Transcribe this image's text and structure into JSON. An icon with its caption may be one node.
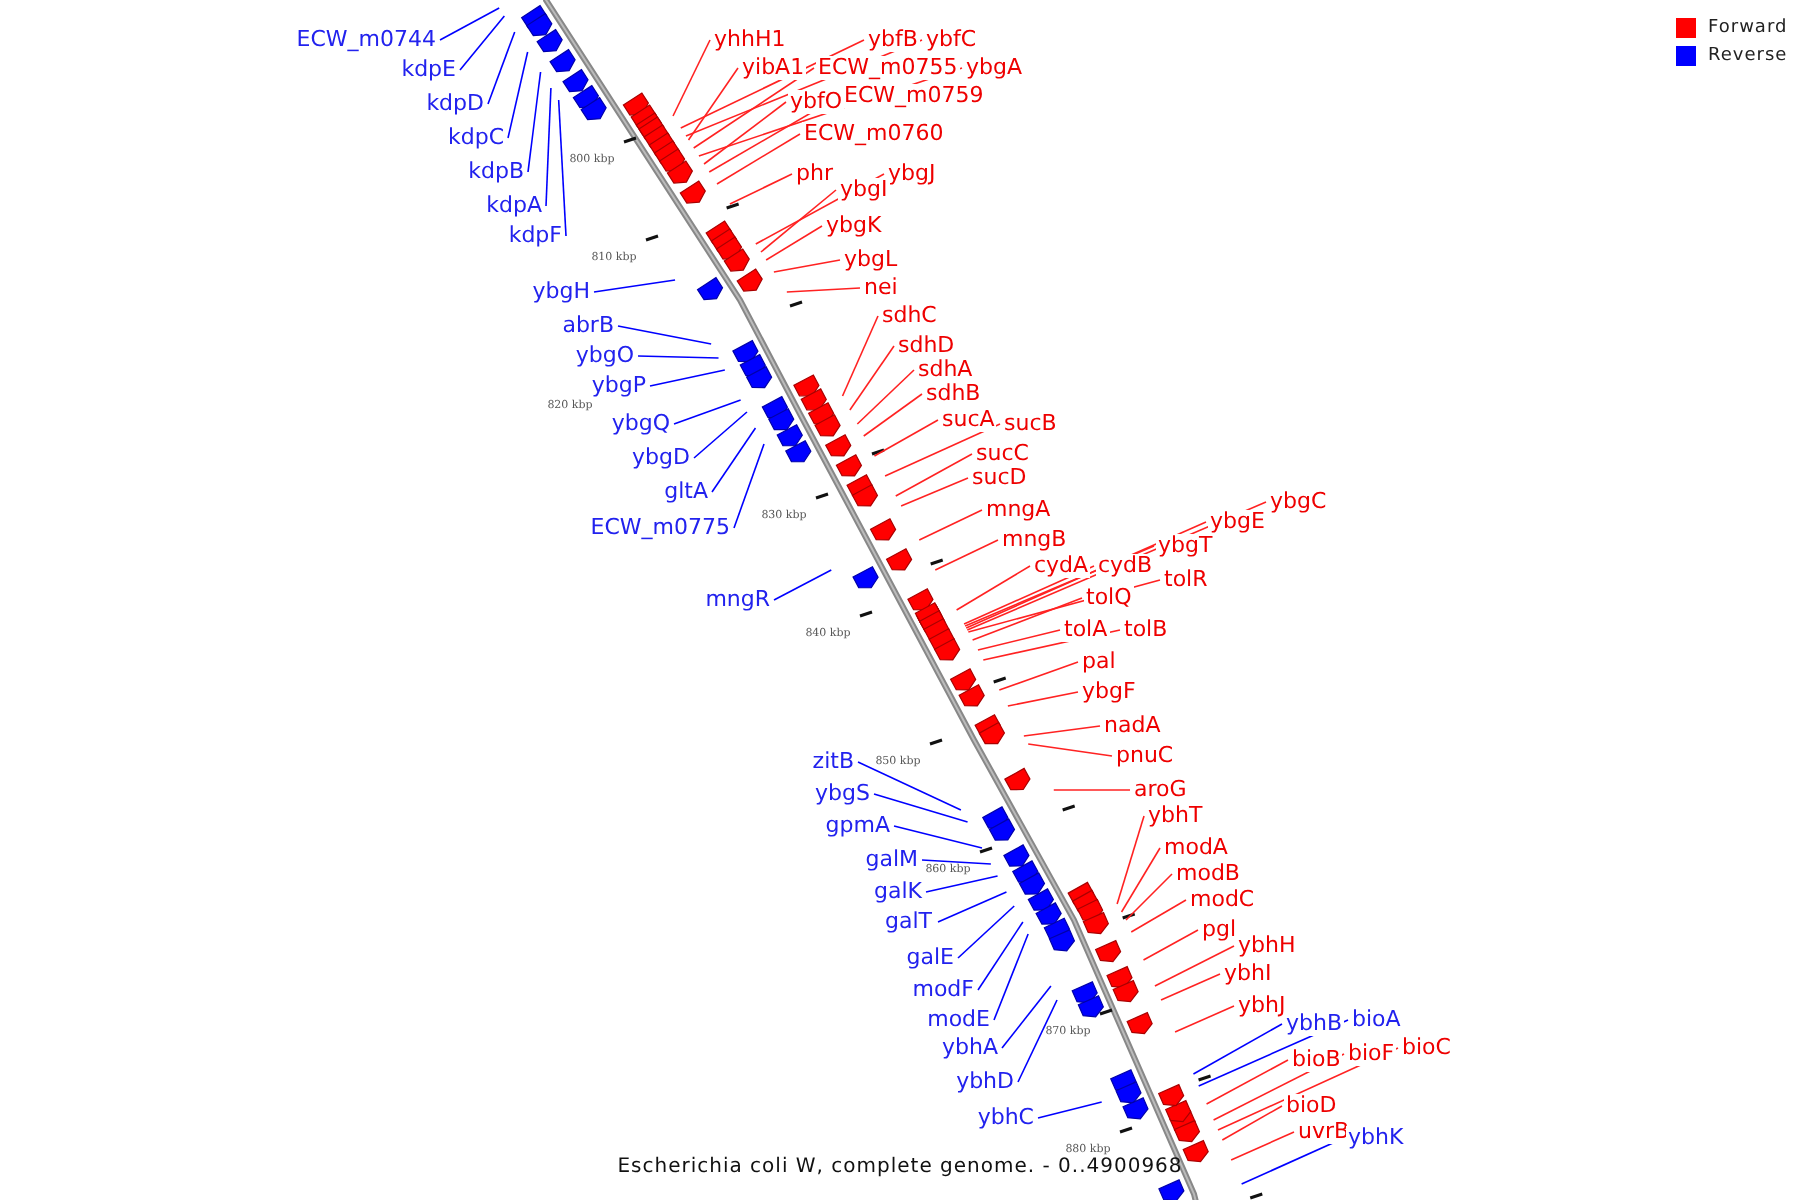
{
  "diagram": {
    "caption": "Escherichia coli W, complete genome. - 0..4900968",
    "nodes": [
      {
        "text": [
          "ECW_m0744"
        ]
      },
      {
        "text": [
          "yhhH1"
        ]
      },
      {
        "text": [
          "ybfB"
        ]
      },
      {
        "text": [
          "ybfC"
        ]
      },
      {
        "text": [
          "kdpE"
        ]
      },
      {
        "text": [
          "yibA1"
        ]
      },
      {
        "text": [
          "ECW_m0755"
        ]
      },
      {
        "text": [
          "ybgA"
        ]
      },
      {
        "text": [
          "ybfO"
        ]
      },
      {
        "text": [
          "ECW_m0759"
        ]
      },
      {
        "text": [
          "kdpD"
        ]
      },
      {
        "text": [
          "ECW_m0760"
        ]
      },
      {
        "text": [
          "kdpC"
        ]
      },
      {
        "text": [
          "kdpB"
        ]
      },
      {
        "text": [
          "phr"
        ]
      },
      {
        "text": [
          "ybgJ"
        ]
      },
      {
        "text": [
          "ybgI"
        ]
      },
      {
        "text": [
          "kdpA"
        ]
      },
      {
        "text": [
          "ybgK"
        ]
      },
      {
        "text": [
          "kdpF"
        ]
      },
      {
        "text": [
          "ybgL"
        ]
      },
      {
        "text": [
          "nei"
        ]
      },
      {
        "text": [
          "ybgH"
        ]
      },
      {
        "text": [
          "sdhC"
        ]
      },
      {
        "text": [
          "abrB"
        ]
      },
      {
        "text": [
          "sdhD"
        ]
      },
      {
        "text": [
          "ybgO"
        ]
      },
      {
        "text": [
          "sdhA"
        ]
      },
      {
        "text": [
          "ybgP"
        ]
      },
      {
        "text": [
          "sdhB"
        ]
      },
      {
        "text": [
          "sucA"
        ]
      },
      {
        "text": [
          "sucB"
        ]
      },
      {
        "text": [
          "ybgQ"
        ]
      },
      {
        "text": [
          "sucC"
        ]
      },
      {
        "text": [
          "ybgD"
        ]
      },
      {
        "text": [
          "sucD"
        ]
      },
      {
        "text": [
          "gltA"
        ]
      },
      {
        "text": [
          "mngA"
        ]
      },
      {
        "text": [
          "ybgC"
        ]
      },
      {
        "text": [
          "ECW_m0775"
        ]
      },
      {
        "text": [
          "ybgE"
        ]
      },
      {
        "text": [
          "mngB"
        ]
      },
      {
        "text": [
          "ybgT"
        ]
      },
      {
        "text": [
          "cydA"
        ]
      },
      {
        "text": [
          "cydB"
        ]
      },
      {
        "text": [
          "tolR"
        ]
      },
      {
        "text": [
          "mngR"
        ]
      },
      {
        "text": [
          "tolQ"
        ]
      },
      {
        "text": [
          "tolA"
        ]
      },
      {
        "text": [
          "tolB"
        ]
      },
      {
        "text": [
          "pal"
        ]
      },
      {
        "text": [
          "ybgF"
        ]
      },
      {
        "text": [
          "nadA"
        ]
      },
      {
        "text": [
          "pnuC"
        ]
      },
      {
        "text": [
          "zitB"
        ]
      },
      {
        "text": [
          "aroG"
        ]
      },
      {
        "text": [
          "ybgS"
        ]
      },
      {
        "text": [
          "ybhT"
        ]
      },
      {
        "text": [
          "gpmA"
        ]
      },
      {
        "text": [
          "modA"
        ]
      },
      {
        "text": [
          "galM"
        ]
      },
      {
        "text": [
          "modB"
        ]
      },
      {
        "text": [
          "galK"
        ]
      },
      {
        "text": [
          "modC"
        ]
      },
      {
        "text": [
          "galT"
        ]
      },
      {
        "text": [
          "pgl"
        ]
      },
      {
        "text": [
          "ybhH"
        ]
      },
      {
        "text": [
          "galE"
        ]
      },
      {
        "text": [
          "ybhI"
        ]
      },
      {
        "text": [
          "modF"
        ]
      },
      {
        "text": [
          "ybhJ"
        ]
      },
      {
        "text": [
          "modE"
        ]
      },
      {
        "text": [
          "ybhB"
        ]
      },
      {
        "text": [
          "bioA"
        ]
      },
      {
        "text": [
          "ybhA"
        ]
      },
      {
        "text": [
          "bioC"
        ]
      },
      {
        "text": [
          "bioF"
        ]
      },
      {
        "text": [
          "bioB"
        ]
      },
      {
        "text": [
          "ybhD"
        ]
      },
      {
        "text": [
          "bioD"
        ]
      },
      {
        "text": [
          "ybhC"
        ]
      },
      {
        "text": [
          "uvrB"
        ]
      },
      {
        "text": [
          "ybhK"
        ]
      }
    ],
    "edges": [
      {
        "from": 0,
        "to": null,
        "arrow": "none",
        "color": "#0000ff"
      },
      {
        "from": 1,
        "to": null,
        "arrow": "none"
      },
      {
        "from": 2,
        "to": null,
        "arrow": "none"
      },
      {
        "from": 3,
        "to": null,
        "arrow": "none"
      },
      {
        "from": 4,
        "to": null,
        "arrow": "none",
        "color": "#0000ff"
      },
      {
        "from": 5,
        "to": null,
        "arrow": "none"
      },
      {
        "from": 6,
        "to": null,
        "arrow": "none"
      },
      {
        "from": 7,
        "to": null,
        "arrow": "none"
      },
      {
        "from": 8,
        "to": null,
        "arrow": "none"
      },
      {
        "from": 9,
        "to": null,
        "arrow": "none"
      },
      {
        "from": 10,
        "to": null,
        "arrow": "none",
        "color": "#0000ff"
      },
      {
        "from": 11,
        "to": null,
        "arrow": "none"
      },
      {
        "from": 12,
        "to": null,
        "arrow": "none",
        "color": "#0000ff"
      },
      {
        "from": 13,
        "to": null,
        "arrow": "none",
        "color": "#0000ff"
      },
      {
        "from": 14,
        "to": null,
        "arrow": "none"
      },
      {
        "from": 15,
        "to": null,
        "arrow": "none"
      },
      {
        "from": 16,
        "to": null,
        "arrow": "none"
      },
      {
        "from": 17,
        "to": null,
        "arrow": "none",
        "color": "#0000ff"
      },
      {
        "from": 18,
        "to": null,
        "arrow": "none"
      },
      {
        "from": 19,
        "to": null,
        "arrow": "none",
        "color": "#0000ff"
      },
      {
        "from": 20,
        "to": null,
        "arrow": "none"
      },
      {
        "from": 21,
        "to": null,
        "arrow": "none"
      },
      {
        "from": 22,
        "to": null,
        "arrow": "none",
        "color": "#0000ff"
      },
      {
        "from": 23,
        "to": null,
        "arrow": "none"
      },
      {
        "from": 24,
        "to": null,
        "arrow": "none",
        "color": "#0000ff"
      },
      {
        "from": 25,
        "to": null,
        "arrow": "none"
      },
      {
        "from": 26,
        "to": null,
        "arrow": "none",
        "color": "#0000ff"
      },
      {
        "from": 27,
        "to": null,
        "arrow": "none"
      },
      {
        "from": 28,
        "to": null,
        "arrow": "none",
        "color": "#0000ff"
      },
      {
        "from": 29,
        "to": null,
        "arrow": "none"
      },
      {
        "from": 30,
        "to": null,
        "arrow": "none"
      },
      {
        "from": 31,
        "to": null,
        "arrow": "none"
      },
      {
        "from": 32,
        "to": null,
        "arrow": "none",
        "color": "#0000ff"
      },
      {
        "from": 33,
        "to": null,
        "arrow": "none"
      },
      {
        "from": 34,
        "to": null,
        "arrow": "none",
        "color": "#0000ff"
      },
      {
        "from": 35,
        "to": null,
        "arrow": "none"
      },
      {
        "from": 36,
        "to": null,
        "arrow": "none",
        "color": "#0000ff"
      },
      {
        "from": 37,
        "to": null,
        "arrow": "none"
      },
      {
        "from": 38,
        "to": null,
        "arrow": "none"
      },
      {
        "from": 39,
        "to": null,
        "arrow": "none",
        "color": "#0000ff"
      },
      {
        "from": 40,
        "to": null,
        "arrow": "none"
      },
      {
        "from": 41,
        "to": null,
        "arrow": "none"
      },
      {
        "from": 42,
        "to": null,
        "arrow": "none"
      },
      {
        "from": 43,
        "to": null,
        "arrow": "none"
      },
      {
        "from": 44,
        "to": null,
        "arrow": "none"
      },
      {
        "from": 45,
        "to": null,
        "arrow": "none"
      },
      {
        "from": 46,
        "to": null,
        "arrow": "none",
        "color": "#0000ff"
      },
      {
        "from": 47,
        "to": null,
        "arrow": "none"
      },
      {
        "from": 48,
        "to": null,
        "arrow": "none"
      },
      {
        "from": 49,
        "to": null,
        "arrow": "none"
      },
      {
        "from": 50,
        "to": null,
        "arrow": "none"
      },
      {
        "from": 51,
        "to": null,
        "arrow": "none"
      },
      {
        "from": 52,
        "to": null,
        "arrow": "none"
      },
      {
        "from": 53,
        "to": null,
        "arrow": "none"
      },
      {
        "from": 54,
        "to": null,
        "arrow": "none",
        "color": "#0000ff"
      },
      {
        "from": 55,
        "to": null,
        "arrow": "none"
      },
      {
        "from": 56,
        "to": null,
        "arrow": "none",
        "color": "#0000ff"
      },
      {
        "from": 57,
        "to": null,
        "arrow": "none"
      },
      {
        "from": 58,
        "to": null,
        "arrow": "none",
        "color": "#0000ff"
      },
      {
        "from": 59,
        "to": null,
        "arrow": "none"
      },
      {
        "from": 60,
        "to": null,
        "arrow": "none",
        "color": "#0000ff"
      },
      {
        "from": 61,
        "to": null,
        "arrow": "none"
      },
      {
        "from": 62,
        "to": null,
        "arrow": "none",
        "color": "#0000ff"
      },
      {
        "from": 63,
        "to": null,
        "arrow": "none"
      },
      {
        "from": 64,
        "to": null,
        "arrow": "none",
        "color": "#0000ff"
      },
      {
        "from": 65,
        "to": null,
        "arrow": "none"
      },
      {
        "from": 66,
        "to": null,
        "arrow": "none"
      },
      {
        "from": 67,
        "to": null,
        "arrow": "none",
        "color": "#0000ff"
      },
      {
        "from": 68,
        "to": null,
        "arrow": "none"
      },
      {
        "from": 69,
        "to": null,
        "arrow": "none",
        "color": "#0000ff"
      },
      {
        "from": 70,
        "to": null,
        "arrow": "none"
      },
      {
        "from": 71,
        "to": null,
        "arrow": "none",
        "color": "#0000ff"
      },
      {
        "from": 72,
        "to": null,
        "arrow": "none",
        "color": "#0000ff"
      },
      {
        "from": 73,
        "to": null,
        "arrow": "none",
        "color": "#0000ff"
      },
      {
        "from": 74,
        "to": null,
        "arrow": "none",
        "color": "#0000ff"
      },
      {
        "from": 75,
        "to": null,
        "arrow": "none"
      },
      {
        "from": 76,
        "to": null,
        "arrow": "none"
      },
      {
        "from": 77,
        "to": null,
        "arrow": "none"
      },
      {
        "from": 78,
        "to": null,
        "arrow": "none",
        "color": "#0000ff"
      },
      {
        "from": 79,
        "to": null,
        "arrow": "none"
      },
      {
        "from": 80,
        "to": null,
        "arrow": "none",
        "color": "#0000ff"
      },
      {
        "from": 81,
        "to": null,
        "arrow": "none"
      },
      {
        "from": 82,
        "to": null,
        "arrow": "none",
        "color": "#0000ff"
      }
    ],
    "labels": [
      "800 kbp",
      "810 kbp",
      "820 kbp",
      "830 kbp",
      "840 kbp",
      "850 kbp",
      "860 kbp",
      "870 kbp",
      "880 kbp"
    ],
    "legend": [
      {
        "text": "Forward",
        "color": "#ff0000"
      },
      {
        "text": "Reverse",
        "color": "#0000ff"
      }
    ]
  }
}
